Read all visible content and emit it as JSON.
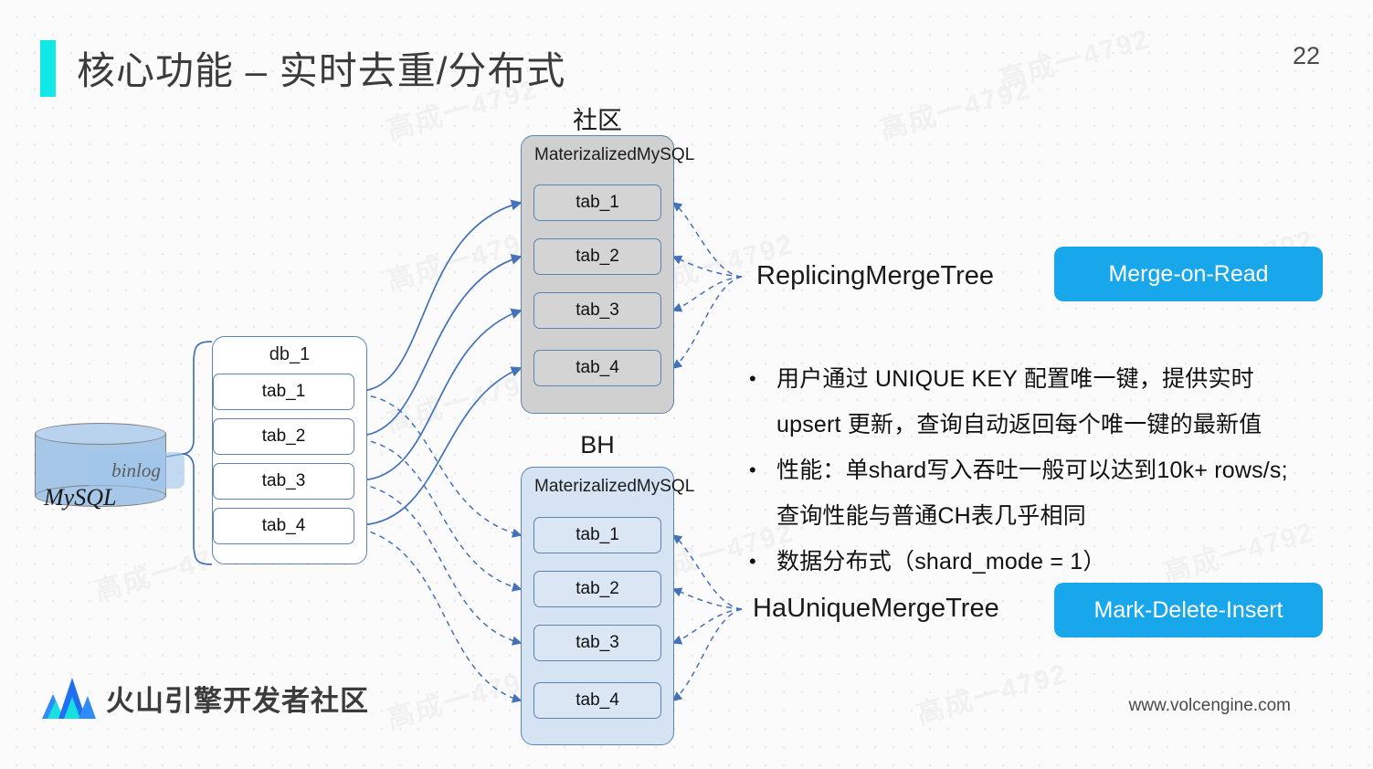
{
  "slide": {
    "page_number": "22",
    "title": "核心功能 – 实时去重/分布式",
    "accent_color": "#11e8e8",
    "background_color": "#fbfbfb",
    "watermark_text": "高成一4792"
  },
  "source": {
    "db_name": "MySQL",
    "binlog_label": "binlog",
    "database_label": "db_1",
    "tables": [
      "tab_1",
      "tab_2",
      "tab_3",
      "tab_4"
    ]
  },
  "groups": [
    {
      "title": "社区",
      "engine_label": "MaterizalizedMySQL",
      "tables": [
        "tab_1",
        "tab_2",
        "tab_3",
        "tab_4"
      ],
      "fill_color": "#d0d0d0"
    },
    {
      "title": "BH",
      "engine_label": "MaterizalizedMySQL",
      "tables": [
        "tab_1",
        "tab_2",
        "tab_3",
        "tab_4"
      ],
      "fill_color": "#d6e3f3"
    }
  ],
  "engines": [
    {
      "name": "ReplicingMergeTree",
      "pill_label": "Merge-on-Read",
      "pill_color": "#18a7ea"
    },
    {
      "name": "HaUniqueMergeTree",
      "pill_label": "Mark-Delete-Insert",
      "pill_color": "#18a7ea"
    }
  ],
  "bullets": [
    {
      "marker": "•",
      "text": "用户通过 UNIQUE KEY 配置唯一键，提供实时"
    },
    {
      "marker": "",
      "text": "upsert 更新，查询自动返回每个唯一键的最新值"
    },
    {
      "marker": "•",
      "text": "性能：单shard写入吞吐一般可以达到10k+ rows/s;"
    },
    {
      "marker": "",
      "text": "查询性能与普通CH表几乎相同"
    },
    {
      "marker": "•",
      "text": "数据分布式（shard_mode = 1）"
    }
  ],
  "footer": {
    "brand": "火山引擎开发者社区",
    "url": "www.volcengine.com",
    "logo_colors": [
      "#1f6ff0",
      "#18e0e0",
      "#2d8cf5"
    ]
  }
}
